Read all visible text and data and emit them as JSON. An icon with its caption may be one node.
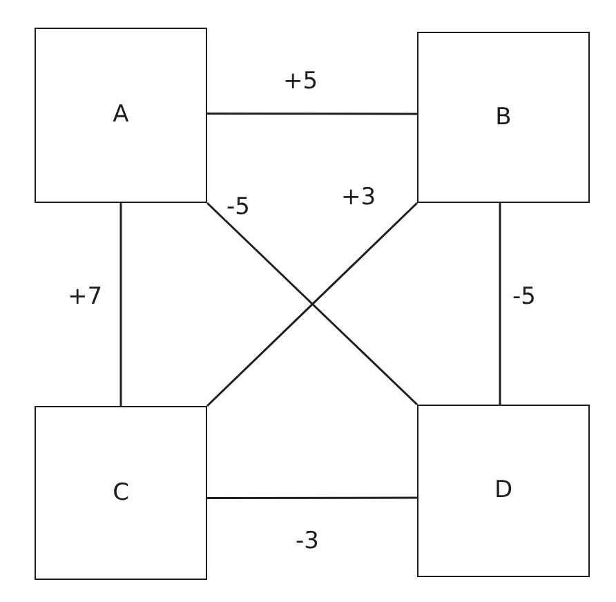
{
  "diagram": {
    "nodes": [
      {
        "text": [
          "A"
        ]
      },
      {
        "text": [
          "B"
        ]
      },
      {
        "text": [
          "C"
        ]
      },
      {
        "text": [
          "D"
        ]
      }
    ],
    "edges": [
      {
        "from": 0,
        "to": 1,
        "arrow": "none",
        "label": "+5"
      },
      {
        "from": 0,
        "to": 3,
        "arrow": "none",
        "label": "-5"
      },
      {
        "from": 1,
        "to": 2,
        "arrow": "none",
        "label": "+3"
      },
      {
        "from": 0,
        "to": 2,
        "arrow": "none",
        "label": "+7"
      },
      {
        "from": 1,
        "to": 3,
        "arrow": "none",
        "label": "-5"
      },
      {
        "from": 2,
        "to": 3,
        "arrow": "none",
        "label": "-3"
      }
    ]
  }
}
